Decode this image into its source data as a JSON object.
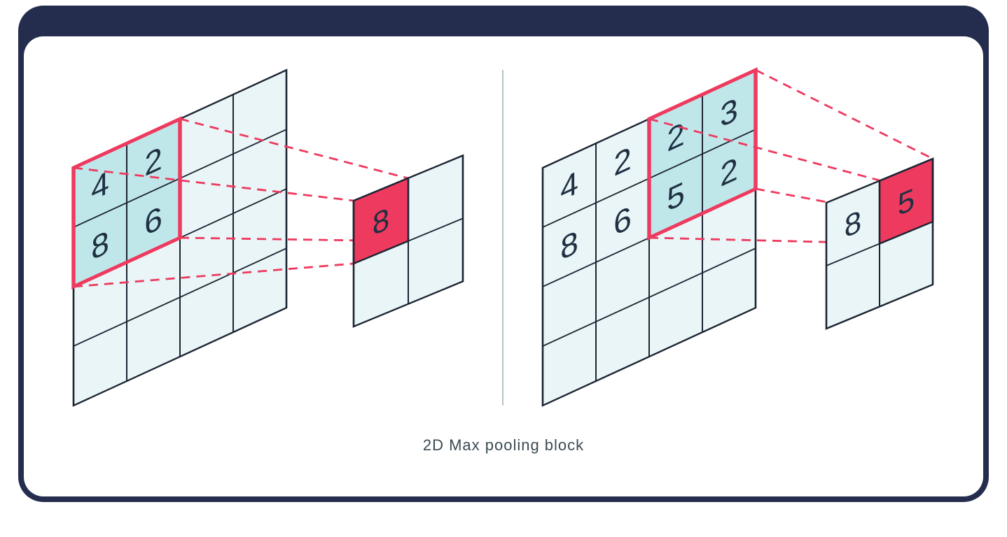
{
  "caption": "2D Max pooling block",
  "colors": {
    "card_backing": "#242d4d",
    "card_background": "#ffffff",
    "cell_fill": "#e9f5f7",
    "highlight_fill": "#bfe7ea",
    "accent": "#ee3a5f",
    "grid_line": "#1c2433",
    "divider": "#b9c4c9",
    "number": "#203043"
  },
  "left_panel": {
    "values": [
      [
        "4",
        "2",
        "",
        ""
      ],
      [
        "8",
        "6",
        "",
        ""
      ],
      [
        "",
        "",
        "",
        ""
      ],
      [
        "",
        "",
        "",
        ""
      ]
    ],
    "output": [
      [
        "8",
        ""
      ],
      [
        "",
        ""
      ]
    ]
  },
  "right_panel": {
    "values": [
      [
        "4",
        "2",
        "2",
        "3"
      ],
      [
        "8",
        "6",
        "5",
        "2"
      ],
      [
        "",
        "",
        "",
        ""
      ],
      [
        "",
        "",
        "",
        ""
      ]
    ],
    "output": [
      [
        "8",
        "5"
      ],
      [
        "",
        ""
      ]
    ]
  }
}
